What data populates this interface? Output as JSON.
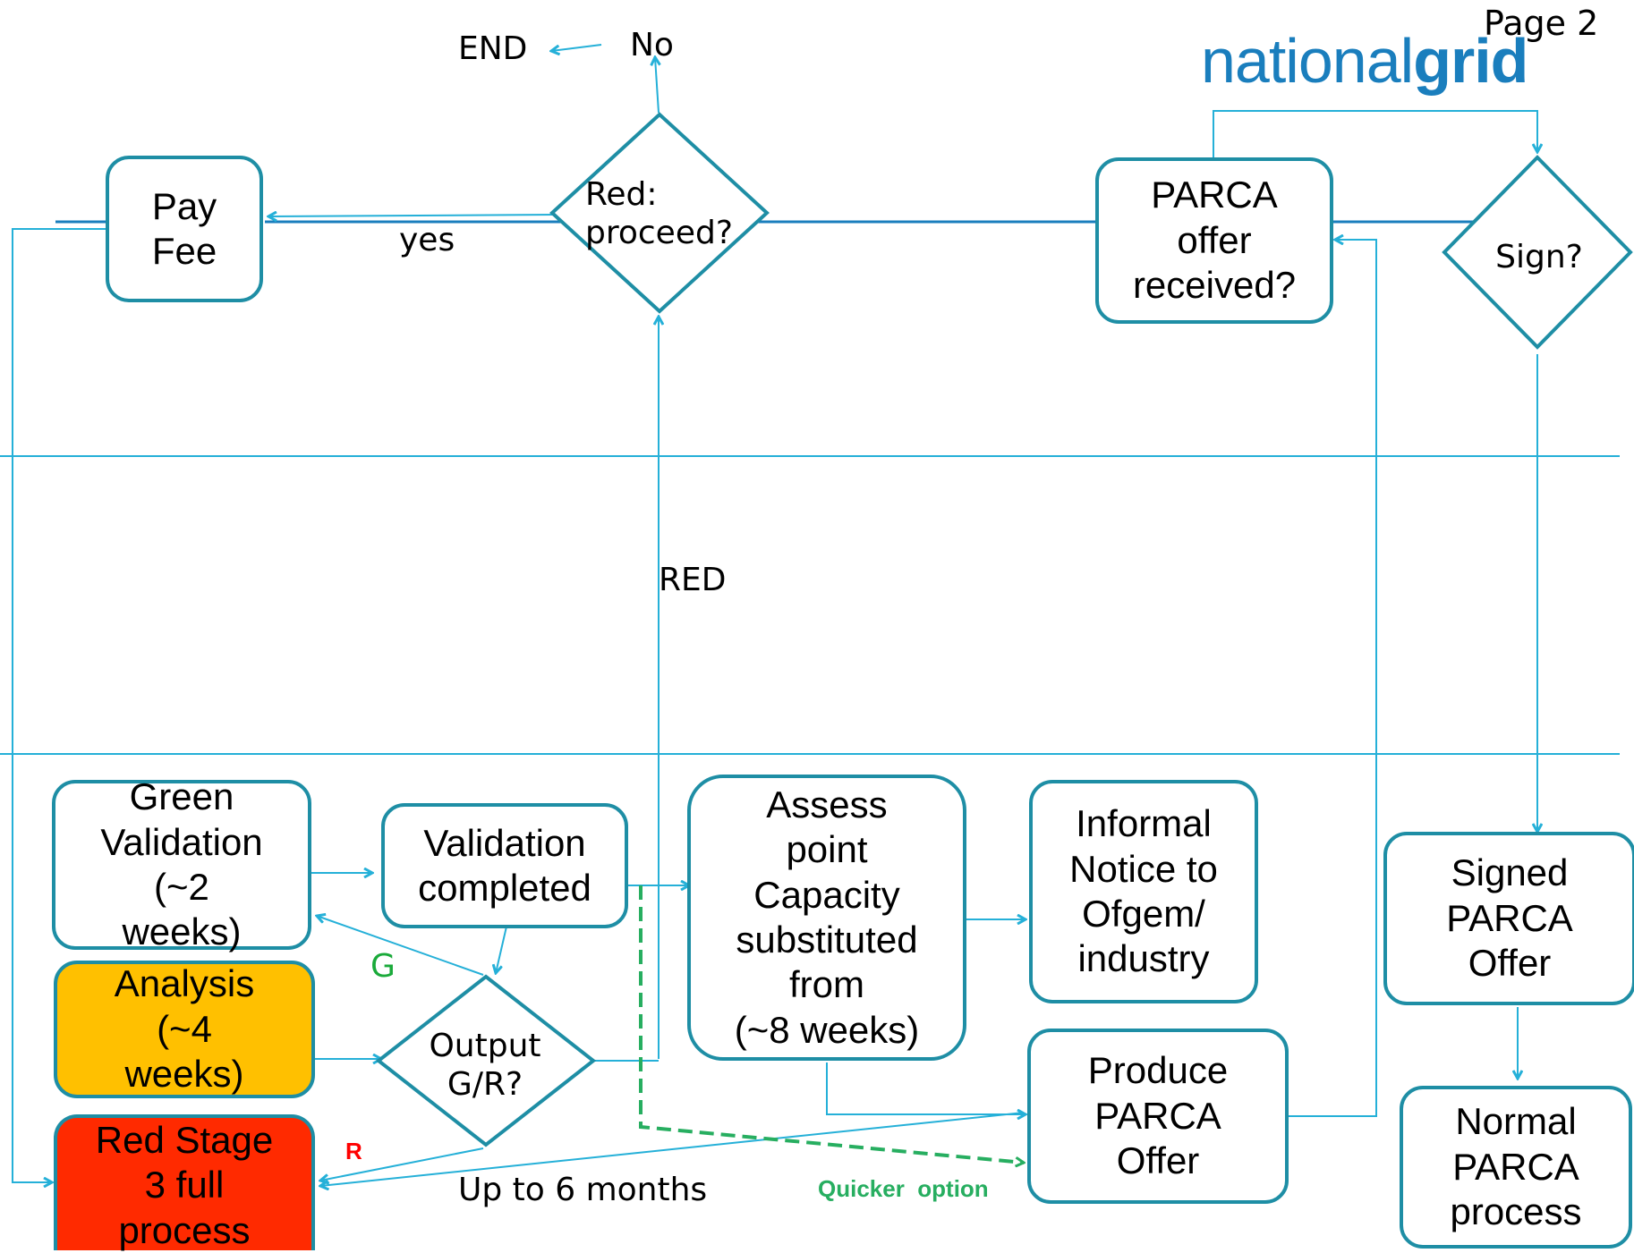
{
  "page": {
    "number": "Page 2"
  },
  "brand": {
    "light": "national",
    "bold": "grid",
    "color": "#1a7ebd"
  },
  "colors": {
    "line": "#25b0d8",
    "box_border": "#1e8ea5",
    "quick_path": "#27ae60",
    "analysis_fill": "#ffc000",
    "red_stage_fill": "#ff2a00",
    "red_label": "#ff0000",
    "green_label": "#1aaa3a"
  },
  "nodes": {
    "pay_fee": "Pay\nFee",
    "red_proceed": "Red:\nproceed?",
    "parca_received": "PARCA\noffer\nreceived?",
    "sign": "Sign?",
    "green_validation": "Green\nValidation\n(~2\nweeks)",
    "validation_completed": "Validation\ncompleted",
    "assess_point": "Assess\npoint\nCapacity\nsubstituted\nfrom\n(~8 weeks)",
    "informal_notice": "Informal\nNotice to\nOfgem/\nindustry",
    "signed_parca": "Signed\nPARCA\nOffer",
    "analysis": "Analysis\n(~4\nweeks)",
    "output_gr": "Output\nG/R?",
    "produce_parca": "Produce\nPARCA\nOffer",
    "normal_parca": "Normal\nPARCA\nprocess",
    "red_stage": "Red Stage\n3 full\nprocess"
  },
  "labels": {
    "end": "END",
    "no": "No",
    "yes": "yes",
    "red": "RED",
    "g": "G",
    "r": "R",
    "up_to_6_months": "Up to 6 months",
    "quicker_option": "Quicker  option"
  }
}
